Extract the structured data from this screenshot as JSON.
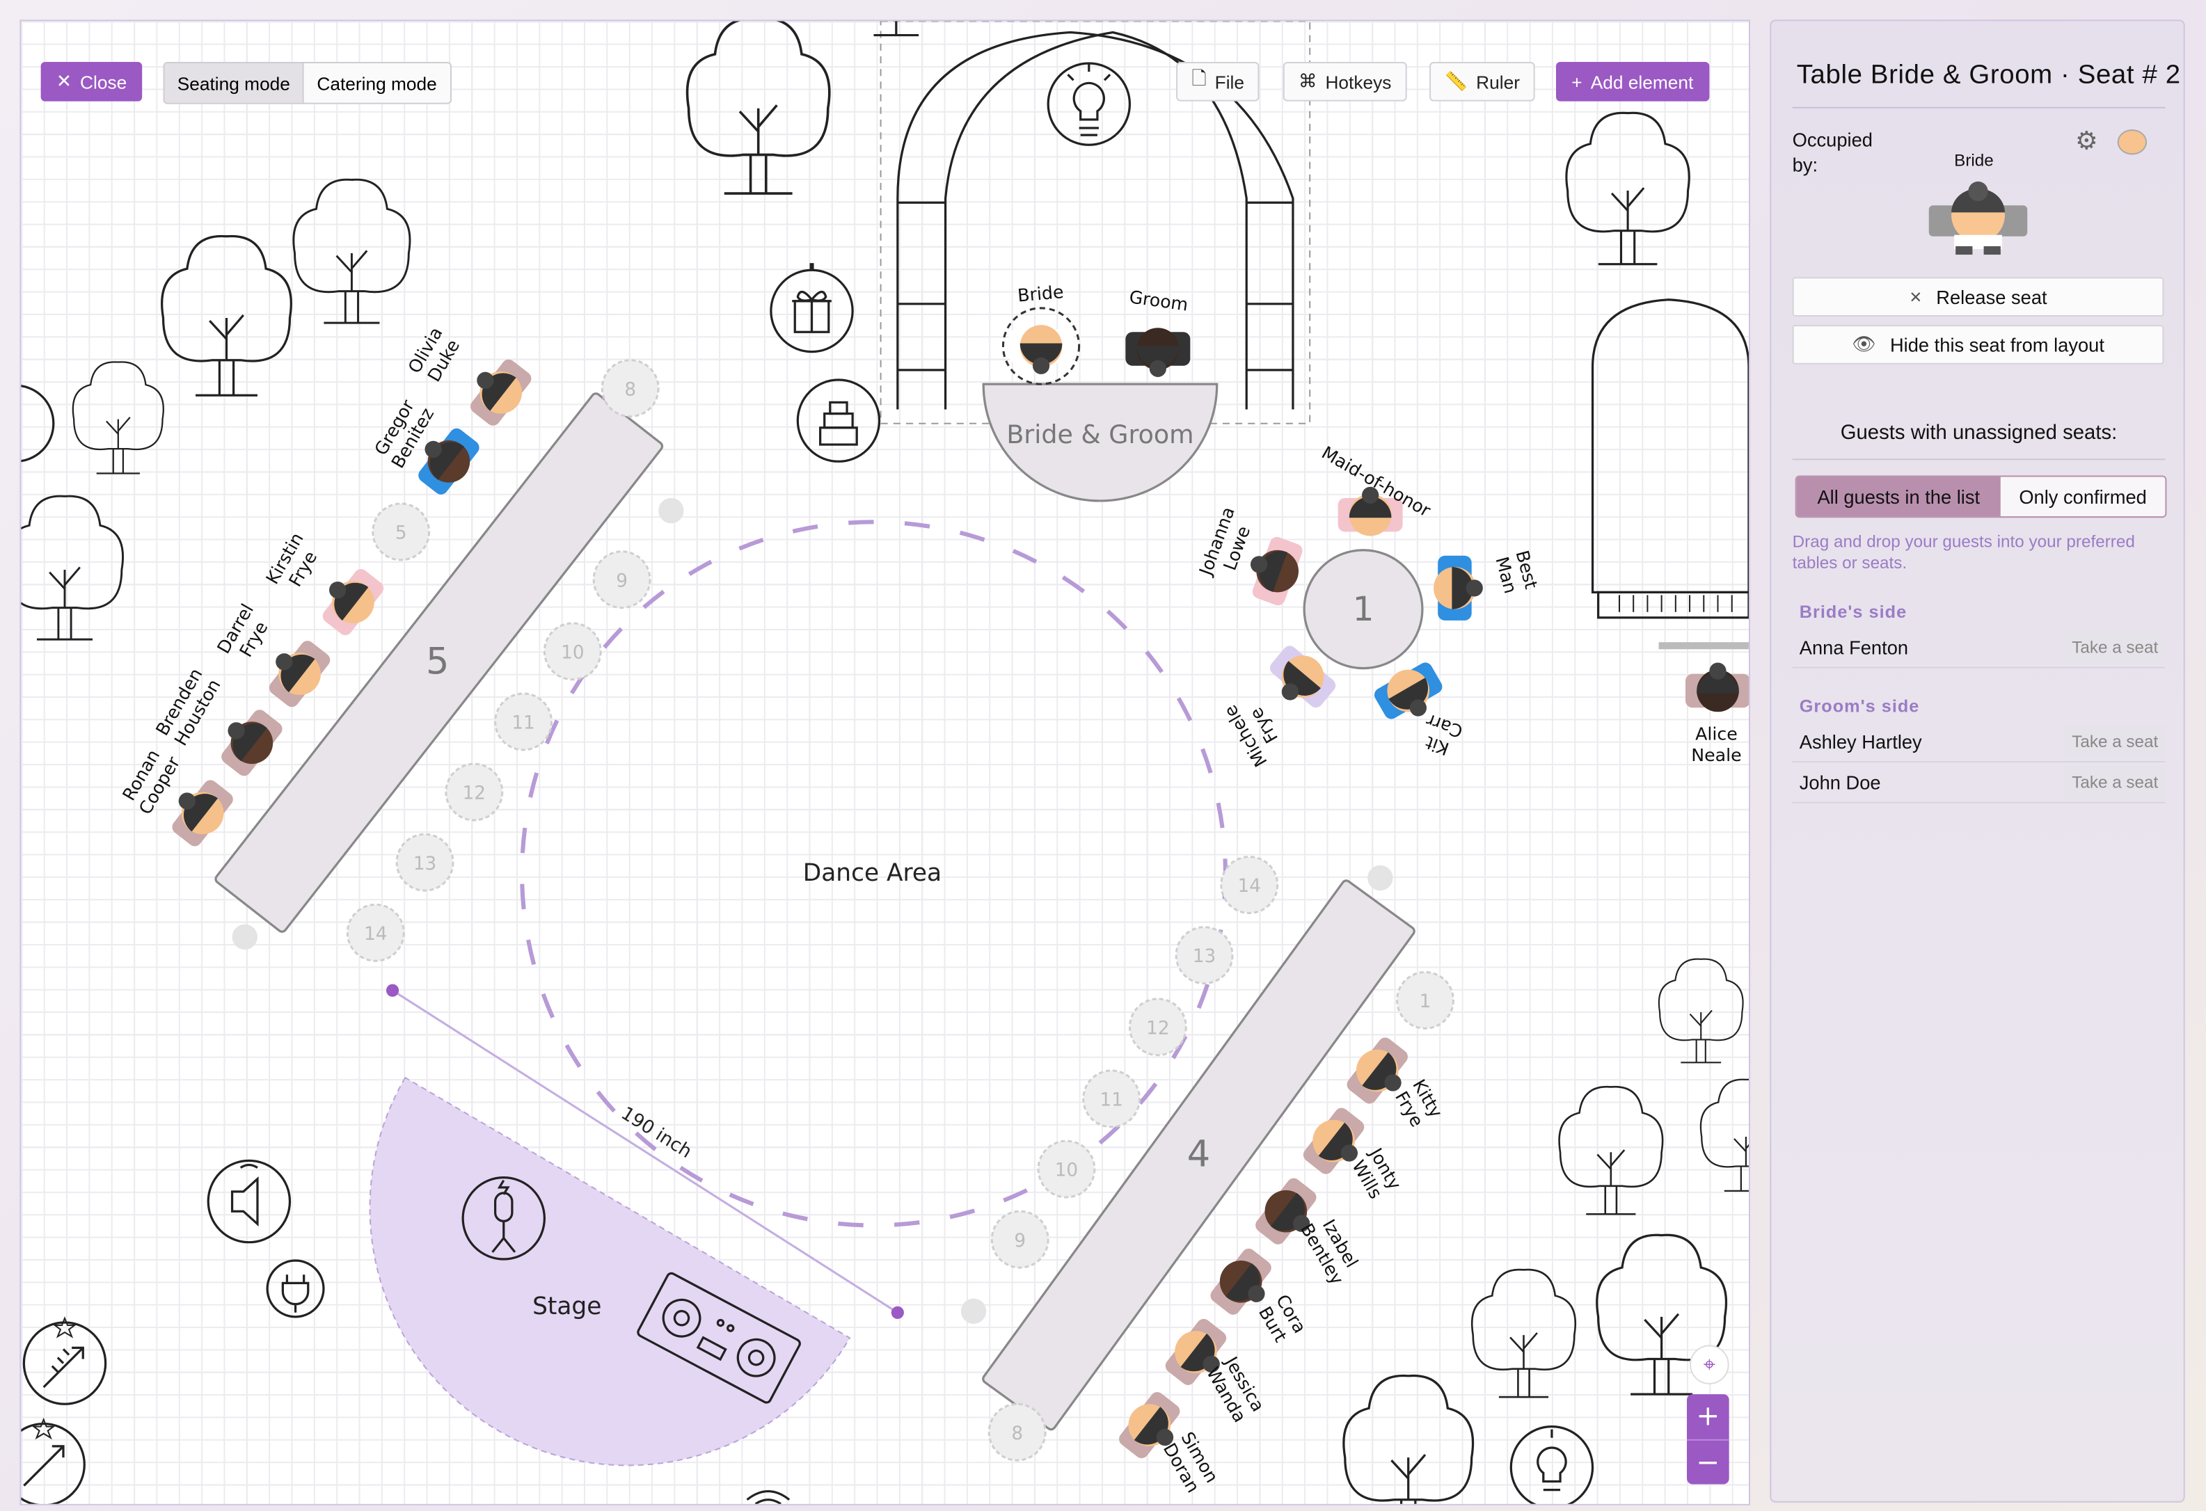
{
  "toolbar": {
    "close": "Close",
    "modes": [
      "Seating mode",
      "Catering mode"
    ],
    "active_mode": "Seating mode",
    "file": "File",
    "hotkeys": "Hotkeys",
    "ruler": "Ruler",
    "add_element": "Add element"
  },
  "colors": {
    "accent": "#9b59c4",
    "toggle_active": "#b98fae",
    "hint": "#9a7cc4",
    "selected_seat": "#f8c38e"
  },
  "floor": {
    "dance_area": "Dance Area",
    "stage": "Stage",
    "measurement": "190 inch",
    "head_table": {
      "label": "Bride & Groom",
      "guests": [
        "Bride",
        "Groom"
      ]
    },
    "tables": [
      {
        "label": "5",
        "empty_seats": [
          "8",
          "5",
          "9",
          "10",
          "11",
          "12",
          "13",
          "14"
        ],
        "guests": [
          [
            "Olivia",
            "Duke"
          ],
          [
            "Gregor",
            "Benitez"
          ],
          [
            "Kirstin",
            "Frye"
          ],
          [
            "Darrel",
            "Frye"
          ],
          [
            "Brenden",
            "Houston"
          ],
          [
            "Ronan",
            "Cooper"
          ]
        ]
      },
      {
        "label": "4",
        "empty_seats": [
          "14",
          "13",
          "12",
          "11",
          "10",
          "9",
          "8",
          "1"
        ],
        "guests": [
          [
            "Kitty",
            "Frye"
          ],
          [
            "Jonty",
            "Wills"
          ],
          [
            "Izabel",
            "Bentley"
          ],
          [
            "Cora",
            "Burt"
          ],
          [
            "Jessica",
            "Wanda"
          ],
          [
            "Simon",
            "Doran"
          ]
        ]
      },
      {
        "label": "1",
        "empty_seats": [],
        "guests": [
          [
            "Maid-of-honor",
            ""
          ],
          [
            "Best",
            "Man"
          ],
          [
            "Kit",
            "Carr"
          ],
          [
            "Michele",
            "Frye"
          ],
          [
            "Johanna",
            "Lowe"
          ]
        ]
      }
    ],
    "standalone_guest": [
      "Alice",
      "Neale"
    ],
    "icons": [
      "tree-icon",
      "lightbulb-icon",
      "gift-icon",
      "cake-icon",
      "speaker-icon",
      "plug-icon",
      "fireworks-icon",
      "microphone-icon",
      "dj-console-icon",
      "piano-icon",
      "arch-icon"
    ],
    "zoom_controls": {
      "zoom_in": "+",
      "zoom_out": "−"
    }
  },
  "sidebar": {
    "title": "Table Bride & Groom · Seat # 2",
    "occupied_label": "Occupied by:",
    "occupant": "Bride",
    "release": "Release seat",
    "hide": "Hide this seat from layout",
    "unassigned_title": "Guests with unassigned seats:",
    "filters": [
      "All guests in the list",
      "Only confirmed"
    ],
    "active_filter": "All guests in the list",
    "hint": "Drag and drop your guests into your preferred tables or seats.",
    "groups": [
      {
        "name": "Bride's side",
        "guests": [
          {
            "name": "Anna Fenton",
            "action": "Take a seat"
          }
        ]
      },
      {
        "name": "Groom's side",
        "guests": [
          {
            "name": "Ashley Hartley",
            "action": "Take a seat"
          },
          {
            "name": "John Doe",
            "action": "Take a seat"
          }
        ]
      }
    ]
  }
}
